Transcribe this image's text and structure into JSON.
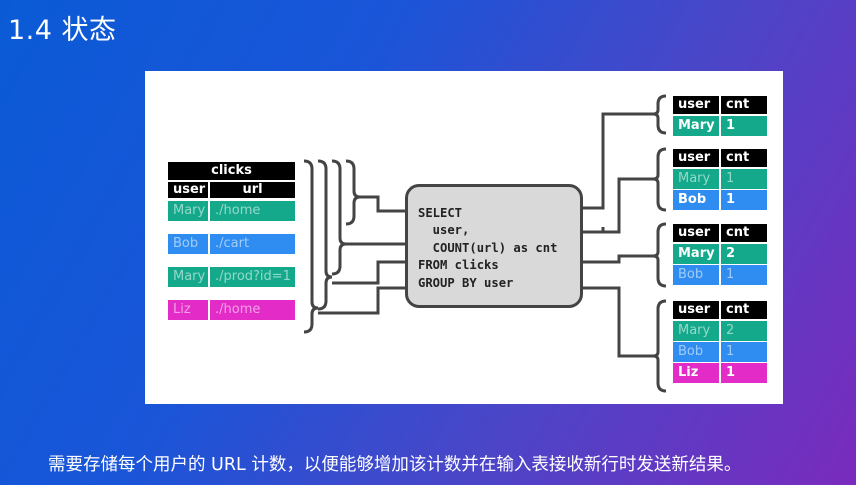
{
  "slide": {
    "title": "1.4 状态",
    "caption": "需要存储每个用户的 URL 计数，以便能够增加该计数并在输入表接收新行时发送新结果。"
  },
  "input_table": {
    "name": "clicks",
    "columns": [
      "user",
      "url"
    ],
    "rows": [
      {
        "user": "Mary",
        "url": "./home",
        "color": "#13a98a"
      },
      {
        "user": "Bob",
        "url": "./cart",
        "color": "#2f8cf0"
      },
      {
        "user": "Mary",
        "url": "./prod?id=1",
        "color": "#13a98a"
      },
      {
        "user": "Liz",
        "url": "./home",
        "color": "#e22bc7"
      }
    ]
  },
  "query": {
    "lines": [
      "SELECT",
      "  user,",
      "  COUNT(url) as cnt",
      "FROM clicks",
      "GROUP BY user"
    ]
  },
  "result_tables": [
    {
      "columns": [
        "user",
        "cnt"
      ],
      "rows": [
        {
          "user": "Mary",
          "cnt": "1",
          "color": "#13a98a",
          "updated": true
        }
      ]
    },
    {
      "columns": [
        "user",
        "cnt"
      ],
      "rows": [
        {
          "user": "Mary",
          "cnt": "1",
          "color": "#13a98a",
          "updated": false
        },
        {
          "user": "Bob",
          "cnt": "1",
          "color": "#2f8cf0",
          "updated": true
        }
      ]
    },
    {
      "columns": [
        "user",
        "cnt"
      ],
      "rows": [
        {
          "user": "Mary",
          "cnt": "2",
          "color": "#13a98a",
          "updated": true
        },
        {
          "user": "Bob",
          "cnt": "1",
          "color": "#2f8cf0",
          "updated": false
        }
      ]
    },
    {
      "columns": [
        "user",
        "cnt"
      ],
      "rows": [
        {
          "user": "Mary",
          "cnt": "2",
          "color": "#13a98a",
          "updated": false
        },
        {
          "user": "Bob",
          "cnt": "1",
          "color": "#2f8cf0",
          "updated": false
        },
        {
          "user": "Liz",
          "cnt": "1",
          "color": "#e22bc7",
          "updated": true
        }
      ]
    }
  ],
  "colors": {
    "header": "#000000",
    "connector": "#444444",
    "query_box": "#d9d9d9"
  }
}
